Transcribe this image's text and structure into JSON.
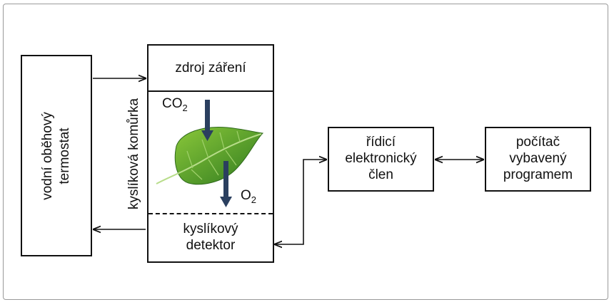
{
  "thermostat": {
    "line1": "vodní oběhový",
    "line2": "termostat"
  },
  "chamber": {
    "vertical_label": "kyslíková komůrka",
    "light_source": "zdroj záření",
    "co2": {
      "base": "CO",
      "sub": "2"
    },
    "o2": {
      "base": "O",
      "sub": "2"
    },
    "detector": {
      "line1": "kyslíkový",
      "line2": "detektor"
    }
  },
  "control_unit": {
    "line1": "řídicí",
    "line2": "elektronický",
    "line3": "člen"
  },
  "computer": {
    "line1": "počítač",
    "line2": "vybavený",
    "line3": "programem"
  },
  "colors": {
    "arrow": "#2a3f5f",
    "leaf_light": "#8bc83a",
    "leaf_dark": "#2f7a1f",
    "frame": "#9a9a9a"
  }
}
